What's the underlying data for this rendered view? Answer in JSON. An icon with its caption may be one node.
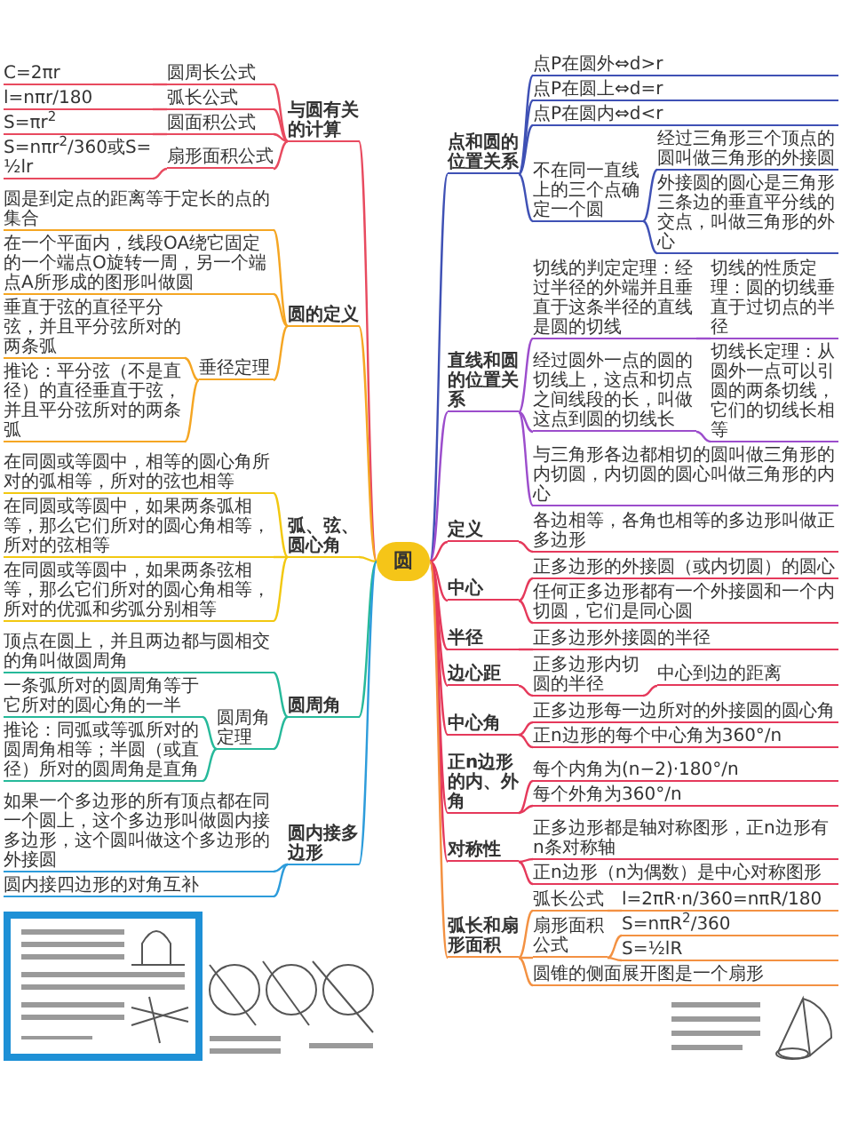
{
  "diagram": {
    "nodes": [
      {
        "text": [
          "圆"
        ]
      },
      {
        "text": [
          "与圆有关的计算"
        ]
      },
      {
        "text": [
          "圆周长公式"
        ]
      },
      {
        "text": [
          "C=2πr"
        ]
      },
      {
        "text": [
          "弧长公式"
        ]
      },
      {
        "text": [
          "l=nπr/180"
        ]
      },
      {
        "text": [
          "圆面积公式"
        ]
      },
      {
        "text": [
          "S=πr$^{2}$"
        ]
      },
      {
        "text": [
          "扇形面积公式"
        ]
      },
      {
        "text": [
          "S=nπr$^{2}$/360或S=½lr"
        ]
      },
      {
        "text": [
          "圆的定义"
        ]
      },
      {
        "text": [
          "圆是到定点的距离等于定长的点的集合"
        ]
      },
      {
        "text": [
          "在一个平面内，线段OA绕它固定的一个端点O旋转一周，另一个端点A所形成的图形叫做圆"
        ]
      },
      {
        "text": [
          "垂径定理"
        ]
      },
      {
        "text": [
          "垂直于弦的直径平分弦，并且平分弦所对的两条弧"
        ]
      },
      {
        "text": [
          "推论：平分弦（不是直径）的直径垂直于弦，并且平分弦所对的两条弧"
        ]
      },
      {
        "text": [
          "弧、弦、圆心角"
        ]
      },
      {
        "text": [
          "在同圆或等圆中，相等的圆心角所对的弧相等，所对的弦也相等"
        ]
      },
      {
        "text": [
          "在同圆或等圆中，如果两条弧相等，那么它们所对的圆心角相等，所对的弦相等"
        ]
      },
      {
        "text": [
          "在同圆或等圆中，如果两条弦相等，那么它们所对的圆心角相等，所对的优弧和劣弧分别相等"
        ]
      },
      {
        "text": [
          "圆周角"
        ]
      },
      {
        "text": [
          "顶点在圆上，并且两边都与圆相交的角叫做圆周角"
        ]
      },
      {
        "text": [
          "圆周角定理"
        ]
      },
      {
        "text": [
          "一条弧所对的圆周角等于它所对的圆心角的一半"
        ]
      },
      {
        "text": [
          "推论：同弧或等弧所对的圆周角相等；半圆（或直径）所对的圆周角是直角"
        ]
      },
      {
        "text": [
          "圆内接多边形"
        ]
      },
      {
        "text": [
          "如果一个多边形的所有顶点都在同一个圆上，这个多边形叫做圆内接多边形，这个圆叫做这个多边形的外接圆"
        ]
      },
      {
        "text": [
          "圆内接四边形的对角互补"
        ]
      },
      {
        "text": [
          "点和圆的位置关系"
        ]
      },
      {
        "text": [
          "点P在圆外⇔d>r"
        ]
      },
      {
        "text": [
          "点P在圆上⇔d=r"
        ]
      },
      {
        "text": [
          "点P在圆内⇔d<r"
        ]
      },
      {
        "text": [
          "不在同一直线上的三个点确定一个圆"
        ]
      },
      {
        "text": [
          "经过三角形三个顶点的圆叫做三角形的外接圆"
        ]
      },
      {
        "text": [
          "外接圆的圆心是三角形三条边的垂直平分线的交点，叫做三角形的外心"
        ]
      },
      {
        "text": [
          "直线和圆的位置关系"
        ]
      },
      {
        "text": [
          "切线的判定定理：经过半径的外端并且垂直于这条半径的直线是圆的切线"
        ]
      },
      {
        "text": [
          "切线的性质定理：圆的切线垂直于过切点的半径"
        ]
      },
      {
        "text": [
          "经过圆外一点的圆的切线上，这点和切点之间线段的长，叫做这点到圆的切线长"
        ]
      },
      {
        "text": [
          "切线长定理：从圆外一点可以引圆的两条切线，它们的切线长相等"
        ]
      },
      {
        "text": [
          "与三角形各边都相切的圆叫做三角形的内切圆，内切圆的圆心叫做三角形的内心"
        ]
      },
      {
        "text": [
          "定义"
        ]
      },
      {
        "text": [
          "各边相等，各角也相等的多边形叫做正多边形"
        ]
      },
      {
        "text": [
          "中心"
        ]
      },
      {
        "text": [
          "正多边形的外接圆（或内切圆）的圆心"
        ]
      },
      {
        "text": [
          "任何正多边形都有一个外接圆和一个内切圆，它们是同心圆"
        ]
      },
      {
        "text": [
          "半径"
        ]
      },
      {
        "text": [
          "正多边形外接圆的半径"
        ]
      },
      {
        "text": [
          "边心距"
        ]
      },
      {
        "text": [
          "正多边形内切圆的半径"
        ]
      },
      {
        "text": [
          "中心到边的距离"
        ]
      },
      {
        "text": [
          "中心角"
        ]
      },
      {
        "text": [
          "正多边形每一边所对的外接圆的圆心角"
        ]
      },
      {
        "text": [
          "正n边形的每个中心角为360°/n"
        ]
      },
      {
        "text": [
          "正n边形的内、外角"
        ]
      },
      {
        "text": [
          "每个内角为(n−2)·180°/n"
        ]
      },
      {
        "text": [
          "每个外角为360°/n"
        ]
      },
      {
        "text": [
          "对称性"
        ]
      },
      {
        "text": [
          "正多边形都是轴对称图形，正n边形有n条对称轴"
        ]
      },
      {
        "text": [
          "正n边形（n为偶数）是中心对称图形"
        ]
      },
      {
        "text": [
          "弧长和扇形面积"
        ]
      },
      {
        "text": [
          "弧长公式"
        ]
      },
      {
        "text": [
          "l=2πR·n/360=nπR/180"
        ]
      },
      {
        "text": [
          "扇形面积公式"
        ]
      },
      {
        "text": [
          "S=nπR$^{2}$/360"
        ]
      },
      {
        "text": [
          "S=½lR"
        ]
      },
      {
        "text": [
          "圆锥的侧面展开图是一个扇形"
        ]
      }
    ],
    "edges": [
      {
        "from": 0,
        "to": 1,
        "arrow": "none",
        "color": "#e84a5f"
      },
      {
        "from": 1,
        "to": 2,
        "arrow": "none",
        "color": "#e84a5f"
      },
      {
        "from": 2,
        "to": 3,
        "arrow": "none",
        "color": "#e84a5f"
      },
      {
        "from": 1,
        "to": 4,
        "arrow": "none",
        "color": "#e84a5f"
      },
      {
        "from": 4,
        "to": 5,
        "arrow": "none",
        "color": "#e84a5f"
      },
      {
        "from": 1,
        "to": 6,
        "arrow": "none",
        "color": "#e84a5f"
      },
      {
        "from": 6,
        "to": 7,
        "arrow": "none",
        "color": "#e84a5f"
      },
      {
        "from": 1,
        "to": 8,
        "arrow": "none",
        "color": "#e84a5f"
      },
      {
        "from": 8,
        "to": 9,
        "arrow": "none",
        "color": "#e84a5f"
      },
      {
        "from": 0,
        "to": 10,
        "arrow": "none",
        "color": "#f5a623"
      },
      {
        "from": 10,
        "to": 11,
        "arrow": "none",
        "color": "#f5a623"
      },
      {
        "from": 10,
        "to": 12,
        "arrow": "none",
        "color": "#f5a623"
      },
      {
        "from": 10,
        "to": 13,
        "arrow": "none",
        "color": "#f5a623"
      },
      {
        "from": 13,
        "to": 14,
        "arrow": "none",
        "color": "#f5a623"
      },
      {
        "from": 13,
        "to": 15,
        "arrow": "none",
        "color": "#f5a623"
      },
      {
        "from": 0,
        "to": 16,
        "arrow": "none",
        "color": "#f2c811"
      },
      {
        "from": 16,
        "to": 17,
        "arrow": "none",
        "color": "#f2c811"
      },
      {
        "from": 16,
        "to": 18,
        "arrow": "none",
        "color": "#f2c811"
      },
      {
        "from": 16,
        "to": 19,
        "arrow": "none",
        "color": "#f2c811"
      },
      {
        "from": 0,
        "to": 20,
        "arrow": "none",
        "color": "#26b99a"
      },
      {
        "from": 20,
        "to": 21,
        "arrow": "none",
        "color": "#26b99a"
      },
      {
        "from": 20,
        "to": 22,
        "arrow": "none",
        "color": "#26b99a"
      },
      {
        "from": 22,
        "to": 23,
        "arrow": "none",
        "color": "#26b99a"
      },
      {
        "from": 22,
        "to": 24,
        "arrow": "none",
        "color": "#26b99a"
      },
      {
        "from": 0,
        "to": 25,
        "arrow": "none",
        "color": "#2d9cdb"
      },
      {
        "from": 25,
        "to": 26,
        "arrow": "none",
        "color": "#2d9cdb"
      },
      {
        "from": 25,
        "to": 27,
        "arrow": "none",
        "color": "#2d9cdb"
      },
      {
        "from": 0,
        "to": 28,
        "arrow": "none",
        "color": "#3f51b5"
      },
      {
        "from": 28,
        "to": 29,
        "arrow": "none",
        "color": "#3f51b5"
      },
      {
        "from": 28,
        "to": 30,
        "arrow": "none",
        "color": "#3f51b5"
      },
      {
        "from": 28,
        "to": 31,
        "arrow": "none",
        "color": "#3f51b5"
      },
      {
        "from": 28,
        "to": 32,
        "arrow": "none",
        "color": "#3f51b5"
      },
      {
        "from": 32,
        "to": 33,
        "arrow": "none",
        "color": "#3f51b5"
      },
      {
        "from": 32,
        "to": 34,
        "arrow": "none",
        "color": "#3f51b5"
      },
      {
        "from": 0,
        "to": 35,
        "arrow": "none",
        "color": "#9c4dcc"
      },
      {
        "from": 35,
        "to": 36,
        "arrow": "none",
        "color": "#9c4dcc"
      },
      {
        "from": 36,
        "to": 37,
        "arrow": "none",
        "color": "#9c4dcc"
      },
      {
        "from": 35,
        "to": 38,
        "arrow": "none",
        "color": "#9c4dcc"
      },
      {
        "from": 38,
        "to": 39,
        "arrow": "none",
        "color": "#9c4dcc"
      },
      {
        "from": 35,
        "to": 40,
        "arrow": "none",
        "color": "#9c4dcc"
      },
      {
        "from": 0,
        "to": 41,
        "arrow": "none",
        "color": "#e5395b"
      },
      {
        "from": 41,
        "to": 42,
        "arrow": "none",
        "color": "#e5395b"
      },
      {
        "from": 0,
        "to": 43,
        "arrow": "none",
        "color": "#e5395b"
      },
      {
        "from": 43,
        "to": 44,
        "arrow": "none",
        "color": "#e5395b"
      },
      {
        "from": 43,
        "to": 45,
        "arrow": "none",
        "color": "#e5395b"
      },
      {
        "from": 0,
        "to": 46,
        "arrow": "none",
        "color": "#e5395b"
      },
      {
        "from": 46,
        "to": 47,
        "arrow": "none",
        "color": "#e5395b"
      },
      {
        "from": 0,
        "to": 48,
        "arrow": "none",
        "color": "#e5395b"
      },
      {
        "from": 48,
        "to": 49,
        "arrow": "none",
        "color": "#e5395b"
      },
      {
        "from": 49,
        "to": 50,
        "arrow": "none",
        "color": "#e5395b"
      },
      {
        "from": 0,
        "to": 51,
        "arrow": "none",
        "color": "#e5395b"
      },
      {
        "from": 51,
        "to": 52,
        "arrow": "none",
        "color": "#e5395b"
      },
      {
        "from": 51,
        "to": 53,
        "arrow": "none",
        "color": "#e5395b"
      },
      {
        "from": 0,
        "to": 54,
        "arrow": "none",
        "color": "#e5395b"
      },
      {
        "from": 54,
        "to": 55,
        "arrow": "none",
        "color": "#e5395b"
      },
      {
        "from": 54,
        "to": 56,
        "arrow": "none",
        "color": "#e5395b"
      },
      {
        "from": 0,
        "to": 57,
        "arrow": "none",
        "color": "#e5395b"
      },
      {
        "from": 57,
        "to": 58,
        "arrow": "none",
        "color": "#e5395b"
      },
      {
        "from": 57,
        "to": 59,
        "arrow": "none",
        "color": "#e5395b"
      },
      {
        "from": 0,
        "to": 60,
        "arrow": "none",
        "color": "#f39142"
      },
      {
        "from": 60,
        "to": 61,
        "arrow": "none",
        "color": "#f39142"
      },
      {
        "from": 61,
        "to": 62,
        "arrow": "none",
        "color": "#f39142"
      },
      {
        "from": 60,
        "to": 63,
        "arrow": "none",
        "color": "#f39142"
      },
      {
        "from": 63,
        "to": 64,
        "arrow": "none",
        "color": "#f39142"
      },
      {
        "from": 63,
        "to": 65,
        "arrow": "none",
        "color": "#f39142"
      },
      {
        "from": 60,
        "to": 66,
        "arrow": "none",
        "color": "#f39142"
      }
    ]
  }
}
